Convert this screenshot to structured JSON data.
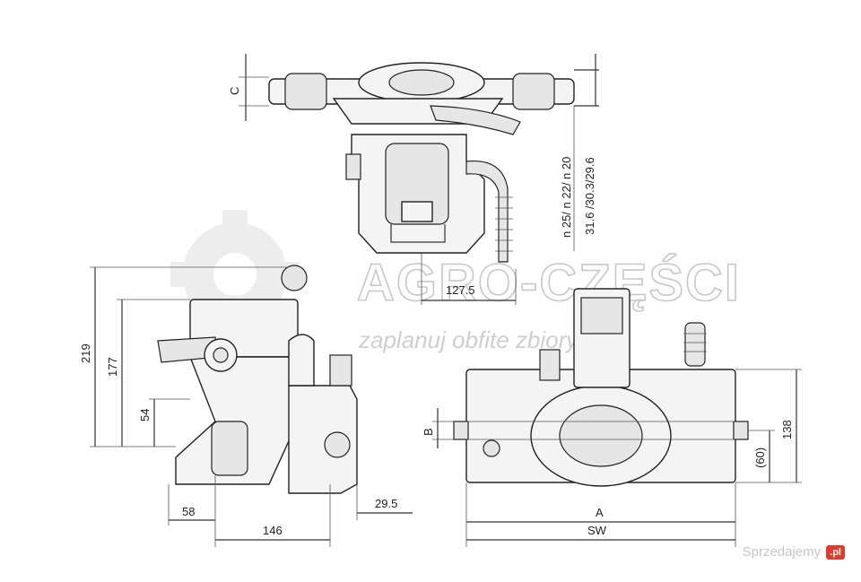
{
  "dimensions": {
    "c": "C",
    "top_right_1": "n 25/ n 22/ n 20",
    "top_right_2": "31.6 /30.3/29.6",
    "d127": "127.5",
    "d219": "219",
    "d177": "177",
    "d54": "54",
    "d58": "58",
    "d146": "146",
    "d29": "29.5",
    "b": "B",
    "d138": "138",
    "d60": "(60)",
    "a": "A",
    "sw": "SW"
  },
  "watermark": {
    "brand": "AGRO-CZĘŚCI",
    "slogan": "zaplanuj obfite zbiory"
  },
  "badge": {
    "text": "Sprzedajemy",
    "suffix": ".pl"
  }
}
